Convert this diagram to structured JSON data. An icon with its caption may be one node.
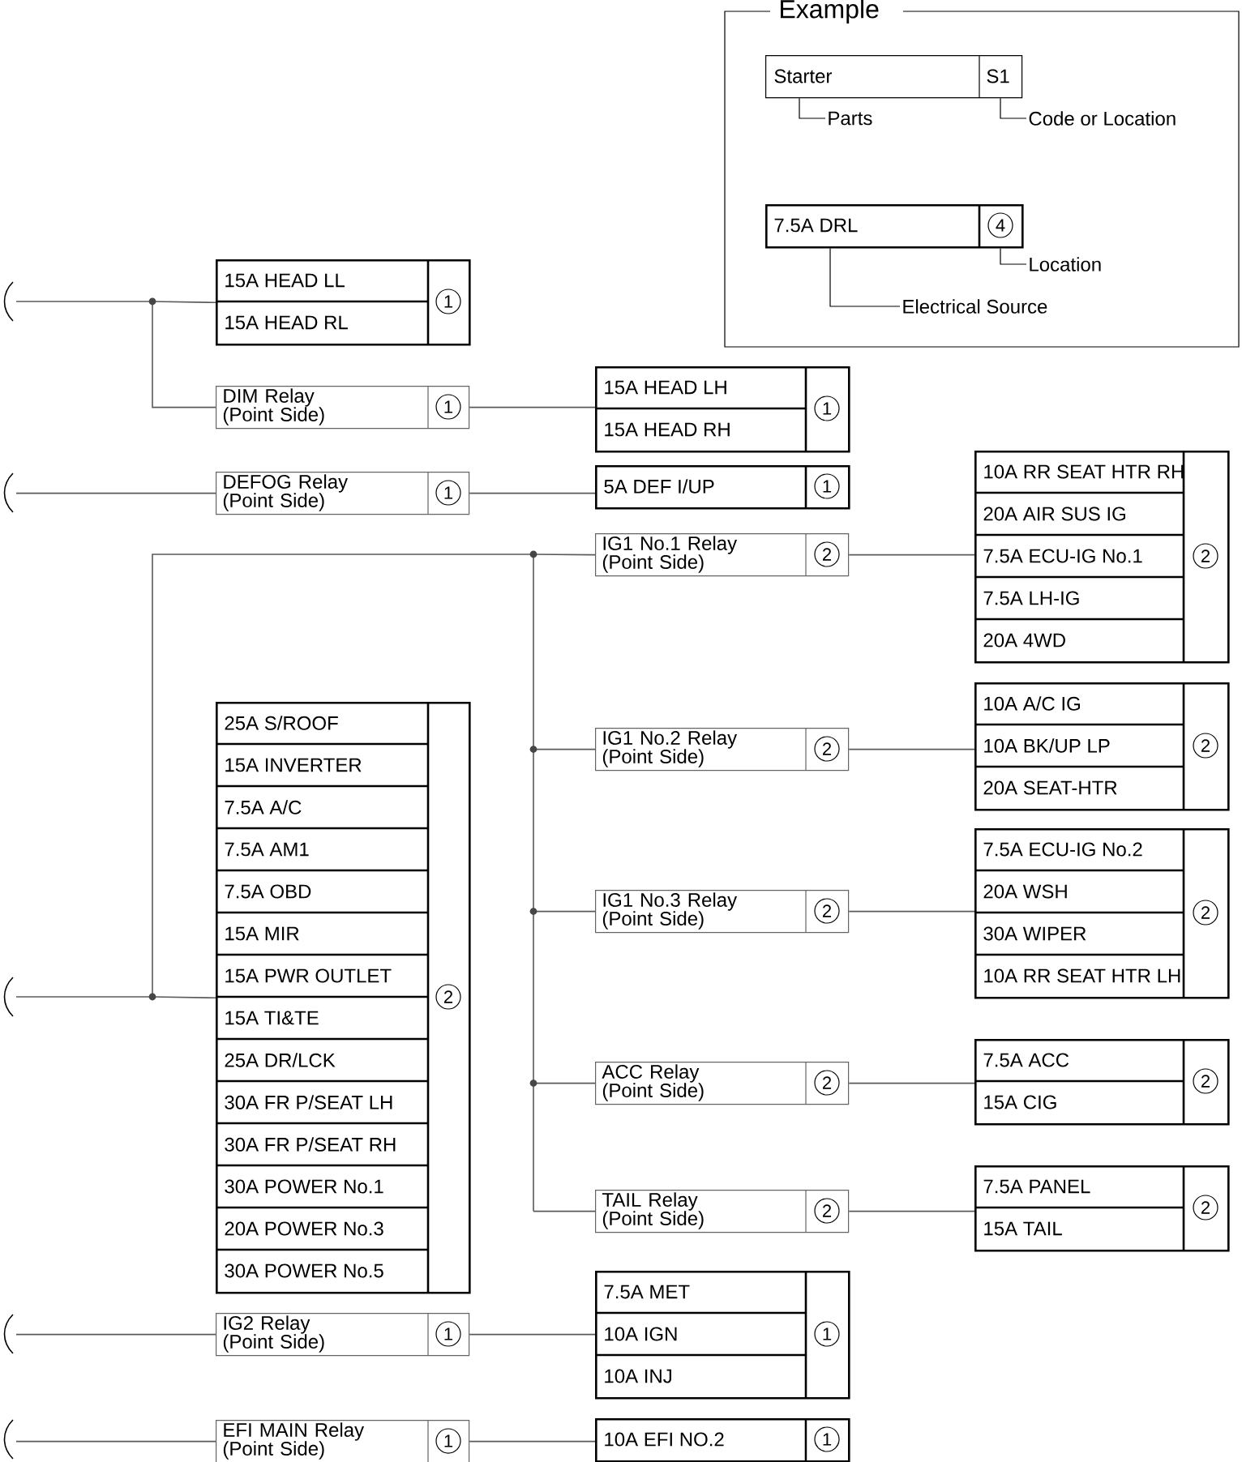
{
  "diagram": {
    "nodes": [
      {
        "text": [
          "Example"
        ]
      },
      {
        "text": [
          "Starter",
          "S1"
        ],
        "in": 0
      },
      {
        "text": [
          "Parts"
        ],
        "in": 0
      },
      {
        "text": [
          "Code or Location"
        ],
        "in": 0
      },
      {
        "text": [
          "7.5A DRL",
          "4"
        ],
        "in": 0
      },
      {
        "text": [
          "Location"
        ],
        "in": 0
      },
      {
        "text": [
          "Electrical Source"
        ],
        "in": 0
      },
      {
        "text": [
          "15A HEAD LL",
          "15A HEAD RL",
          "1"
        ]
      },
      {
        "text": [
          "DIM Relay (Point Side)",
          "1"
        ]
      },
      {
        "text": [
          "15A HEAD LH",
          "15A HEAD RH",
          "1"
        ]
      },
      {
        "text": [
          "DEFOG Relay (Point Side)",
          "1"
        ]
      },
      {
        "text": [
          "5A DEF I/UP",
          "1"
        ]
      },
      {
        "text": [
          "10A RR SEAT HTR RH",
          "20A AIR SUS IG",
          "7.5A ECU-IG No.1",
          "7.5A LH-IG",
          "20A 4WD",
          "2"
        ]
      },
      {
        "text": [
          "IG1 No.1 Relay (Point Side)",
          "2"
        ]
      },
      {
        "text": [
          "10A A/C IG",
          "10A BK/UP LP",
          "20A SEAT-HTR",
          "2"
        ]
      },
      {
        "text": [
          "25A S/ROOF",
          "15A INVERTER",
          "7.5A A/C",
          "7.5A AM1",
          "7.5A OBD",
          "15A MIR",
          "15A PWR OUTLET",
          "15A TI&TE",
          "25A DR/LCK",
          "30A FR P/SEAT LH",
          "30A FR P/SEAT RH",
          "30A POWER No.1",
          "20A POWER No.3",
          "30A POWER No.5",
          "2"
        ]
      },
      {
        "text": [
          "IG1 No.2 Relay (Point Side)",
          "2"
        ]
      },
      {
        "text": [
          "7.5A ECU-IG No.2",
          "20A WSH",
          "30A WIPER",
          "10A RR SEAT HTR LH",
          "2"
        ]
      },
      {
        "text": [
          "IG1 No.3 Relay (Point Side)",
          "2"
        ]
      },
      {
        "text": [
          "7.5A ACC",
          "15A CIG",
          "2"
        ]
      },
      {
        "text": [
          "ACC Relay (Point Side)",
          "2"
        ]
      },
      {
        "text": [
          "7.5A PANEL",
          "15A TAIL",
          "2"
        ]
      },
      {
        "text": [
          "TAIL Relay (Point Side)",
          "2"
        ]
      },
      {
        "text": [
          "7.5A MET",
          "10A IGN",
          "10A INJ",
          "1"
        ]
      },
      {
        "text": [
          "IG2 Relay (Point Side)",
          "1"
        ]
      },
      {
        "text": [
          "EFI MAIN Relay (Point Side)",
          "1"
        ]
      },
      {
        "text": [
          "10A EFI NO.2",
          "1"
        ]
      }
    ],
    "edges": [
      {
        "from": 2,
        "to": 1,
        "arrow": "none"
      },
      {
        "from": 3,
        "to": 1,
        "arrow": "none"
      },
      {
        "from": 5,
        "to": 4,
        "arrow": "none"
      },
      {
        "from": 6,
        "to": 4,
        "arrow": "none"
      },
      {
        "from": null,
        "to": 7,
        "arrow": "none"
      },
      {
        "from": null,
        "to": 8,
        "arrow": "none"
      },
      {
        "from": 8,
        "to": 9,
        "arrow": "none"
      },
      {
        "from": null,
        "to": 10,
        "arrow": "none"
      },
      {
        "from": 10,
        "to": 11,
        "arrow": "none"
      },
      {
        "from": null,
        "to": 15,
        "arrow": "none"
      },
      {
        "from": null,
        "to": 13,
        "arrow": "none"
      },
      {
        "from": null,
        "to": 16,
        "arrow": "none"
      },
      {
        "from": null,
        "to": 18,
        "arrow": "none"
      },
      {
        "from": null,
        "to": 20,
        "arrow": "none"
      },
      {
        "from": null,
        "to": 22,
        "arrow": "none"
      },
      {
        "from": 13,
        "to": 12,
        "arrow": "none"
      },
      {
        "from": 16,
        "to": 14,
        "arrow": "none"
      },
      {
        "from": 18,
        "to": 17,
        "arrow": "none"
      },
      {
        "from": 20,
        "to": 19,
        "arrow": "none"
      },
      {
        "from": 22,
        "to": 21,
        "arrow": "none"
      },
      {
        "from": null,
        "to": 24,
        "arrow": "none"
      },
      {
        "from": 24,
        "to": 23,
        "arrow": "none"
      },
      {
        "from": null,
        "to": 25,
        "arrow": "none"
      },
      {
        "from": 25,
        "to": 26,
        "arrow": "none"
      }
    ]
  }
}
